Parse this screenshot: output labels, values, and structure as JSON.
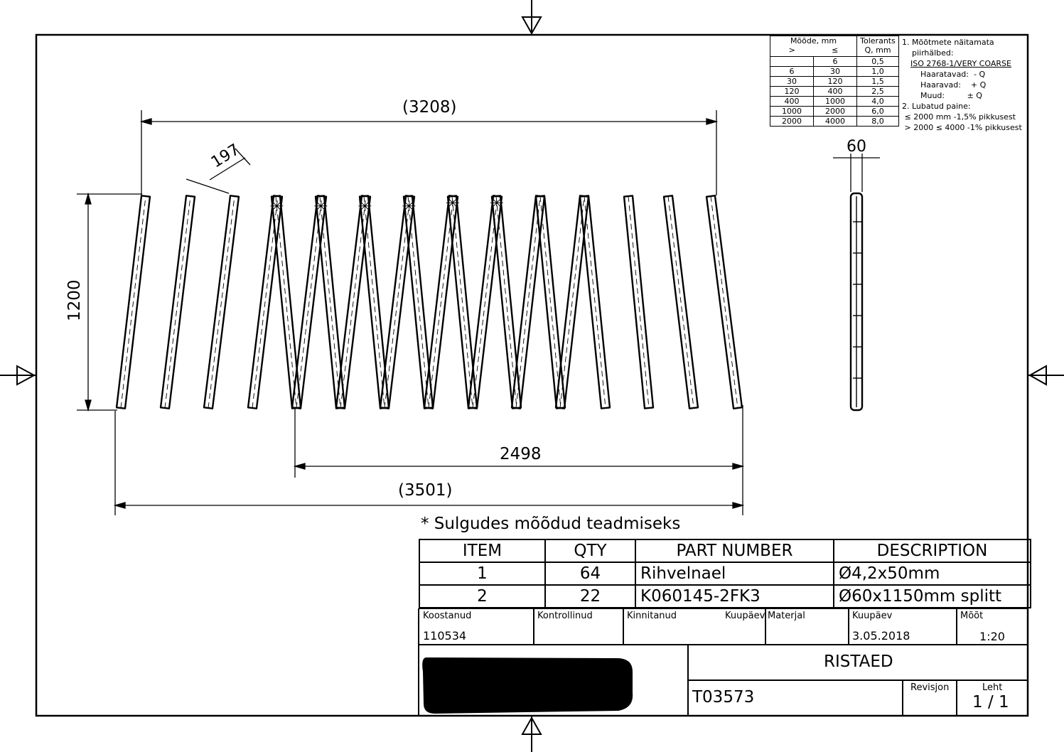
{
  "dimensions": {
    "overall_top": "(3208)",
    "rail_spacing": "197",
    "height": "1200",
    "inner_bottom": "2498",
    "overall_bottom": "(3501)",
    "side_width": "60"
  },
  "note": "* Sulgudes mõõdud teadmiseks",
  "tolerance_table": {
    "header_size": "Mõõde, mm",
    "header_gt": ">",
    "header_le": "≤",
    "header_tol": "Tolerants",
    "header_tol_unit": "Q, mm",
    "rows": [
      {
        "gt": "",
        "le": "6",
        "q": "0,5"
      },
      {
        "gt": "6",
        "le": "30",
        "q": "1,0"
      },
      {
        "gt": "30",
        "le": "120",
        "q": "1,5"
      },
      {
        "gt": "120",
        "le": "400",
        "q": "2,5"
      },
      {
        "gt": "400",
        "le": "1000",
        "q": "4,0"
      },
      {
        "gt": "1000",
        "le": "2000",
        "q": "6,0"
      },
      {
        "gt": "2000",
        "le": "4000",
        "q": "8,0"
      }
    ],
    "notes": [
      "1. Mõõtmete näitamata",
      "    piirhälbed:",
      "ISO 2768-1/VERY COARSE",
      "    Haaratavad:  - Q",
      "    Haaravad:    + Q",
      "    Muud:         ± Q",
      "2. Lubatud paine:",
      " ≤ 2000 mm -1,5% pikkusest",
      " > 2000 ≤ 4000 -1% pikkusest"
    ]
  },
  "bom": {
    "headers": [
      "ITEM",
      "QTY",
      "PART NUMBER",
      "DESCRIPTION"
    ],
    "rows": [
      {
        "item": "1",
        "qty": "64",
        "part": "Rihvelnael",
        "desc": "Ø4,2x50mm"
      },
      {
        "item": "2",
        "qty": "22",
        "part": "K060145-2FK3",
        "desc": "Ø60x1150mm splitt"
      }
    ]
  },
  "title_block": {
    "koostanud_label": "Koostanud",
    "koostanud_value": "110534",
    "kontrollinud_label": "Kontrollinud",
    "kinnitanud_label": "Kinnitanud",
    "kuupaev_label_1": "Kuupäev",
    "materjal_label": "Materjal",
    "kuupaev_label_2": "Kuupäev",
    "kuupaev_value": "3.05.2018",
    "moot_label": "Mõõt",
    "moot_value": "1:20",
    "title": "RISTAED",
    "drawing_number": "T03573",
    "revisjon_label": "Revisjon",
    "leht_label": "Leht",
    "leht_value": "1 / 1"
  }
}
